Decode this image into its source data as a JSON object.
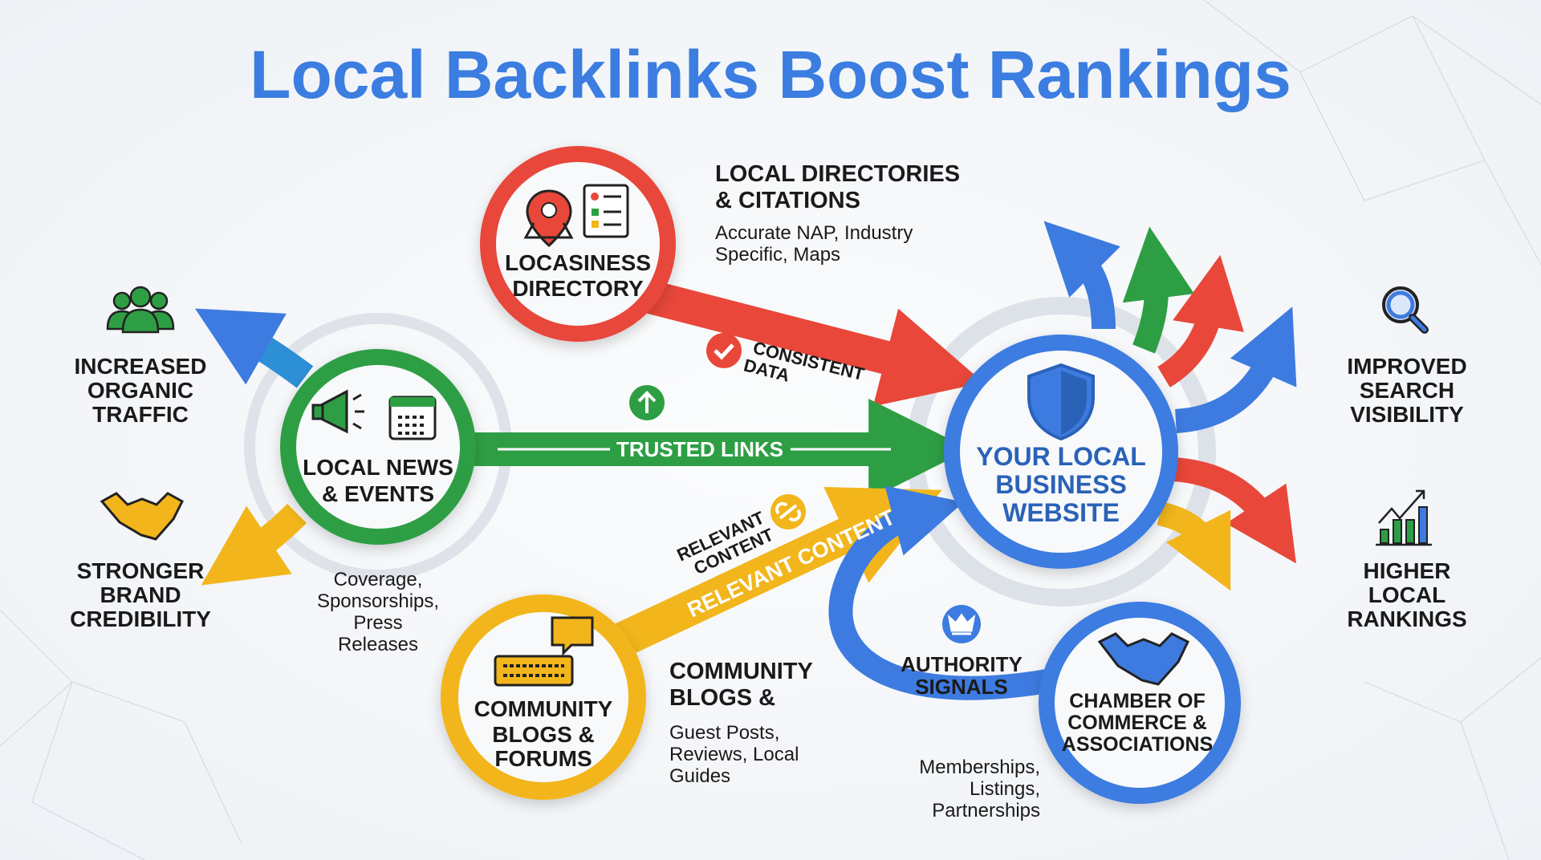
{
  "title": "Local Backlinks Boost Rankings",
  "colors": {
    "blue": "#3d7be0",
    "red": "#e8473a",
    "green": "#2e9e45",
    "yellow": "#f2b61c",
    "title": "#3b7de0",
    "center_text": "#2a62b8"
  },
  "center": {
    "lines": [
      "YOUR LOCAL",
      "BUSINESS",
      "WEBSITE"
    ],
    "icon": "shield-icon"
  },
  "sources": {
    "directory": {
      "circle_lines": [
        "LOCASINESS",
        "DIRECTORY"
      ],
      "heading": [
        "LOCAL DIRECTORIES",
        "& CITATIONS"
      ],
      "desc": [
        "Accurate NAP, Industry",
        "Specific, Maps"
      ],
      "link_label": [
        "CONSISTENT",
        "DATA"
      ],
      "icons": [
        "map-pin-icon",
        "checklist-icon",
        "check-icon"
      ]
    },
    "news": {
      "circle_lines": [
        "LOCAL NEWS",
        "& EVENTS"
      ],
      "desc": [
        "Coverage,",
        "Sponsorships,",
        "Press",
        "Releases"
      ],
      "link_label": "TRUSTED LINKS",
      "icons": [
        "megaphone-icon",
        "calendar-icon",
        "arrow-up-icon"
      ]
    },
    "blogs": {
      "circle_lines": [
        "COMMUNITY",
        "BLOGS &",
        "FORUMS"
      ],
      "heading": [
        "COMMUNITY",
        "BLOGS &"
      ],
      "desc": [
        "Guest Posts,",
        "Reviews, Local",
        "Guides"
      ],
      "link_label": [
        "RELEVANT",
        "CONTENT"
      ],
      "arrow_label": "RELEVANT CONTENT",
      "icons": [
        "keyboard-chat-icon",
        "link-icon"
      ]
    },
    "chamber": {
      "circle_lines": [
        "CHAMBER OF",
        "COMMERCE &",
        "ASSOCIATIONS"
      ],
      "desc": [
        "Memberships,",
        "Listings,",
        "Partnerships"
      ],
      "link_label": [
        "AUTHORITY",
        "SIGNALS"
      ],
      "icons": [
        "handshake-icon",
        "crown-icon"
      ]
    }
  },
  "outcomes": {
    "traffic": {
      "lines": [
        "INCREASED",
        "ORGANIC",
        "TRAFFIC"
      ],
      "icon": "people-icon"
    },
    "credibility": {
      "lines": [
        "STRONGER",
        "BRAND",
        "CREDIBILITY"
      ],
      "icon": "handshake-icon"
    },
    "visibility": {
      "lines": [
        "IMPROVED",
        "SEARCH",
        "VISIBILITY"
      ],
      "icon": "magnifier-icon"
    },
    "rankings": {
      "lines": [
        "HIGHER",
        "LOCAL",
        "RANKINGS"
      ],
      "icon": "bar-chart-icon"
    }
  }
}
